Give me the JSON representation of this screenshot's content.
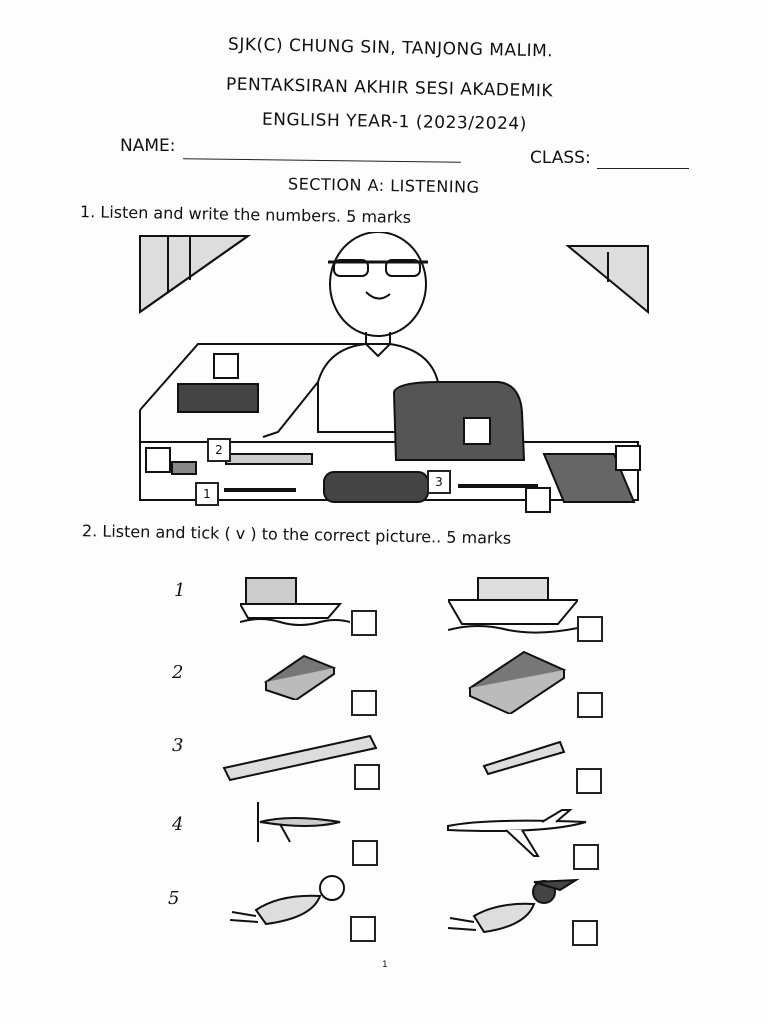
{
  "header": {
    "school": "SJK(C) CHUNG SIN, TANJONG MALIM.",
    "assessment": "PENTAKSIRAN AKHIR SESI AKADEMIK",
    "subject": "ENGLISH YEAR-1 (2023/2024)"
  },
  "student": {
    "name_label": "NAME:",
    "class_label": "CLASS:"
  },
  "section_title": "SECTION A: LISTENING",
  "q1": {
    "instruction": "1. Listen and write the numbers. 5 marks",
    "box_numbers": [
      "1",
      "2",
      "3"
    ]
  },
  "q2": {
    "instruction": "2. Listen and tick  ( v )  to the correct picture.. 5 marks",
    "rows": [
      {
        "num": "1",
        "left_icon": "small-boat-icon",
        "right_icon": "big-ship-icon"
      },
      {
        "num": "2",
        "left_icon": "small-book-icon",
        "right_icon": "big-book-icon"
      },
      {
        "num": "3",
        "left_icon": "long-ruler-icon",
        "right_icon": "short-ruler-icon"
      },
      {
        "num": "4",
        "left_icon": "small-plane-icon",
        "right_icon": "big-plane-icon"
      },
      {
        "num": "5",
        "left_icon": "girl-flying-icon",
        "right_icon": "girl-flying-hat-icon"
      }
    ]
  },
  "page_number": "1"
}
